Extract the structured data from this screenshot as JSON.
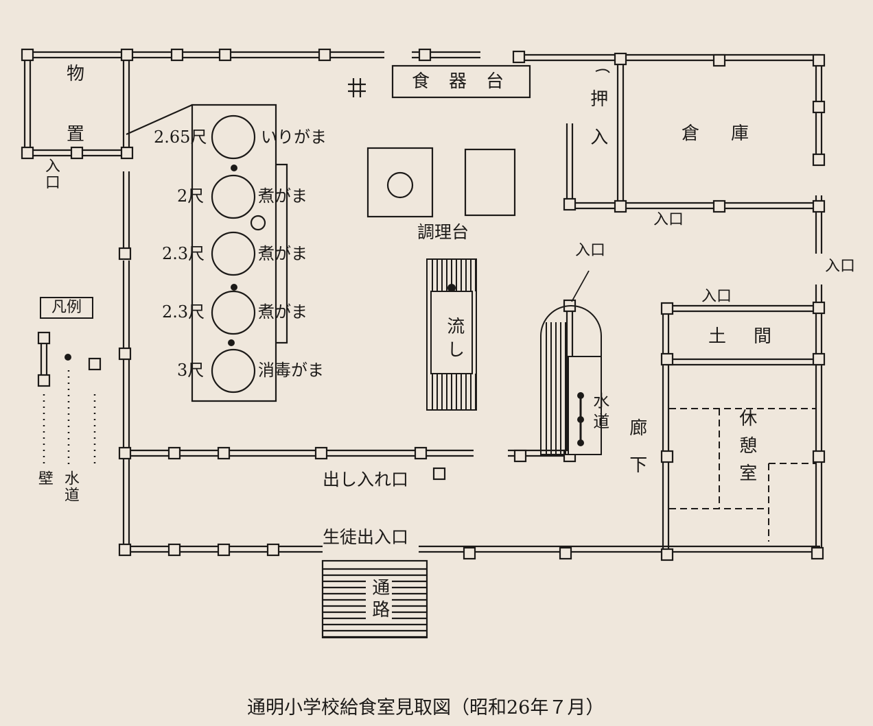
{
  "caption": "通明小学校給食室見取図（昭和26年７月）",
  "rooms": {
    "storage_small_top": "物",
    "storage_small_bottom": "置",
    "tableware_stand": "食器台",
    "well_symbol": "井",
    "closet": "押入",
    "warehouse": "倉庫",
    "cooking_table": "調理台",
    "sink": "流し",
    "water_main": "水道",
    "corridor": "廊下",
    "dirt_floor": "土間",
    "rest_room": "休憩室",
    "passage": "通路"
  },
  "cauldrons": [
    {
      "size": "2.65尺",
      "name": "いりがま"
    },
    {
      "size": "2尺",
      "name": "煮がま"
    },
    {
      "size": "2.3尺",
      "name": "煮がま"
    },
    {
      "size": "2.3尺",
      "name": "煮がま"
    },
    {
      "size": "3尺",
      "name": "消毒がま"
    }
  ],
  "openings": {
    "entrance_storage": "入口",
    "entrance_closet": "入口",
    "entrance_corridor": "入口",
    "entrance_right": "入口",
    "entrance_dirt_floor": "入口",
    "serving_hatch": "出し入れ口",
    "student_entrance": "生徒出入口"
  },
  "legend": {
    "title": "凡例",
    "wall": "壁",
    "water": "水道"
  }
}
